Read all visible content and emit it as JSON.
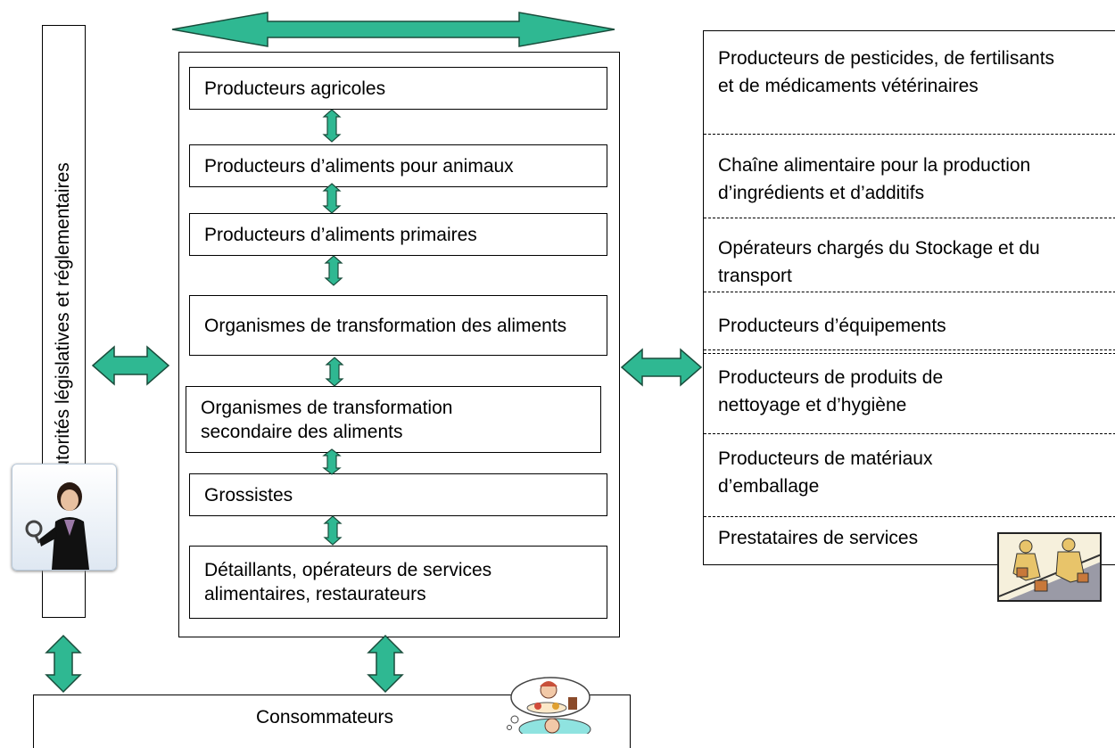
{
  "regulators": {
    "label": "Autorités législatives et réglementaires"
  },
  "chain": [
    {
      "label": "Producteurs agricoles"
    },
    {
      "label": "Producteurs d’aliments pour animaux"
    },
    {
      "label": "Producteurs d’aliments primaires"
    },
    {
      "label": "Organismes de transformation des aliments"
    },
    {
      "label": "Organismes de transformation secondaire des aliments"
    },
    {
      "label": "Grossistes"
    },
    {
      "label": "Détaillants, opérateurs de services alimentaires, restaurateurs"
    }
  ],
  "suppliers": [
    {
      "label": "Producteurs de pesticides, de fertilisants et de médicaments vétérinaires"
    },
    {
      "label": "Chaîne alimentaire pour la production d’ingrédients et d’additifs"
    },
    {
      "label": "Opérateurs chargés du Stockage et du transport"
    },
    {
      "label": "Producteurs d’équipements"
    },
    {
      "label": "Producteurs de produits de nettoyage et d’hygiène"
    },
    {
      "label": "Producteurs de matériaux d’emballage"
    },
    {
      "label": "Prestataires de services"
    }
  ],
  "consumers": {
    "label": "Consommateurs"
  },
  "colors": {
    "arrow_fill": "#2fb892",
    "arrow_stroke": "#1a4d3c"
  },
  "icons": [
    "inspector-clipart-icon",
    "workers-clipart-icon",
    "dining-clipart-icon"
  ]
}
